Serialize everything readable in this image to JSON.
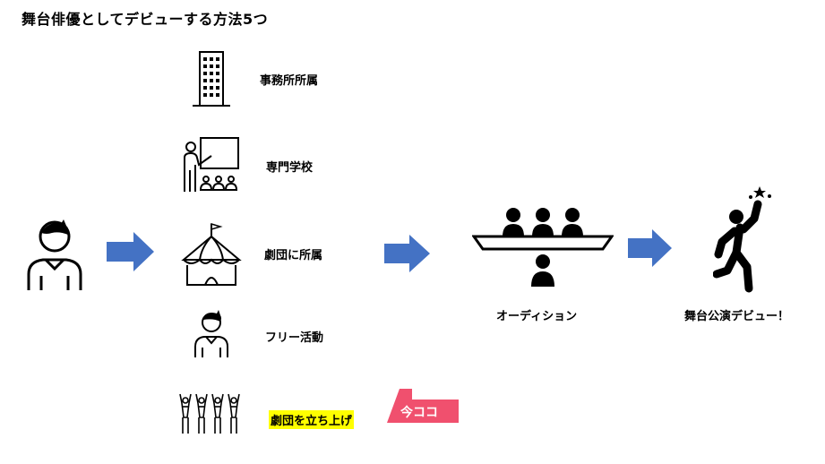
{
  "title": "舞台俳優としてデビューする方法5つ",
  "methods": [
    {
      "label": "事務所所属",
      "icon": "office-building-icon"
    },
    {
      "label": "専門学校",
      "icon": "classroom-teacher-icon"
    },
    {
      "label": "劇団に所属",
      "icon": "circus-tent-icon"
    },
    {
      "label": "フリー活動",
      "icon": "single-actor-icon"
    },
    {
      "label": "劇団を立ち上げ",
      "icon": "troupe-group-icon",
      "highlighted": true
    }
  ],
  "audition": {
    "label": "オーディション"
  },
  "debut": {
    "label": "舞台公演デビュー！"
  },
  "badge": {
    "label": "今ココ",
    "color": "#f0506e"
  },
  "colors": {
    "arrow": "#4472c4",
    "highlight": "#ffff00"
  }
}
